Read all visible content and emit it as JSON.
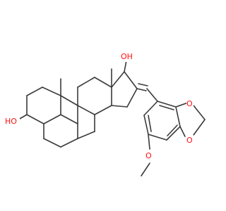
{
  "molecule": {
    "atom_labels": {
      "oh_top": "OH",
      "ho_left": "HO",
      "o_ring_1": "O",
      "o_ring_2": "O",
      "o_methoxy": "O"
    },
    "colors": {
      "bond": "#3a3a3a",
      "heteroatom": "#ff0d0d",
      "background": "#ffffff"
    }
  }
}
